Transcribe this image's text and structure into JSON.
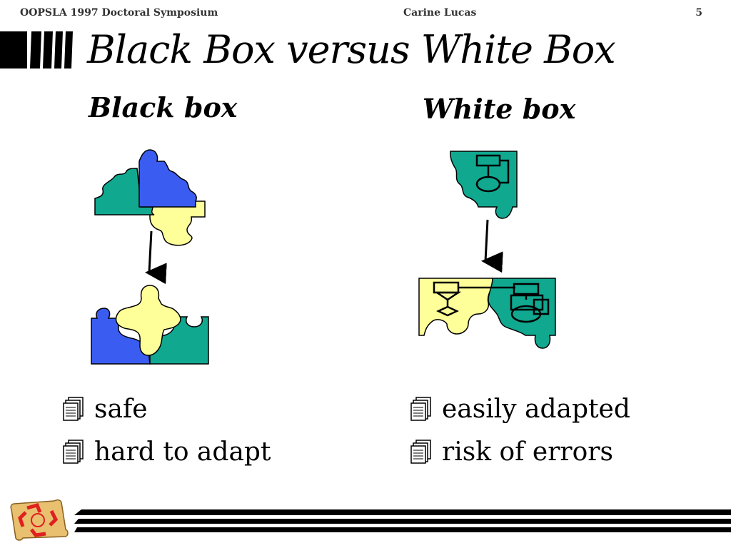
{
  "header": {
    "left": "OOPSLA 1997 Doctoral Symposium",
    "center": "Carine Lucas",
    "right": "5"
  },
  "slide": {
    "title": "Black Box versus White Box"
  },
  "columns": {
    "black_box": {
      "heading": "Black box",
      "bullets": [
        "safe",
        "hard to adapt"
      ]
    },
    "white_box": {
      "heading": "White box",
      "bullets": [
        "easily adapted",
        "risk of errors"
      ]
    }
  },
  "colors": {
    "teal": "#11a890",
    "blue": "#3a5cf0",
    "yellow": "#ffff99",
    "logo_red": "#e02020",
    "logo_scroll": "#e8c070"
  },
  "icons": {
    "bullet": "document-stack-icon",
    "logo": "reuse-contracts-scroll-icon"
  }
}
